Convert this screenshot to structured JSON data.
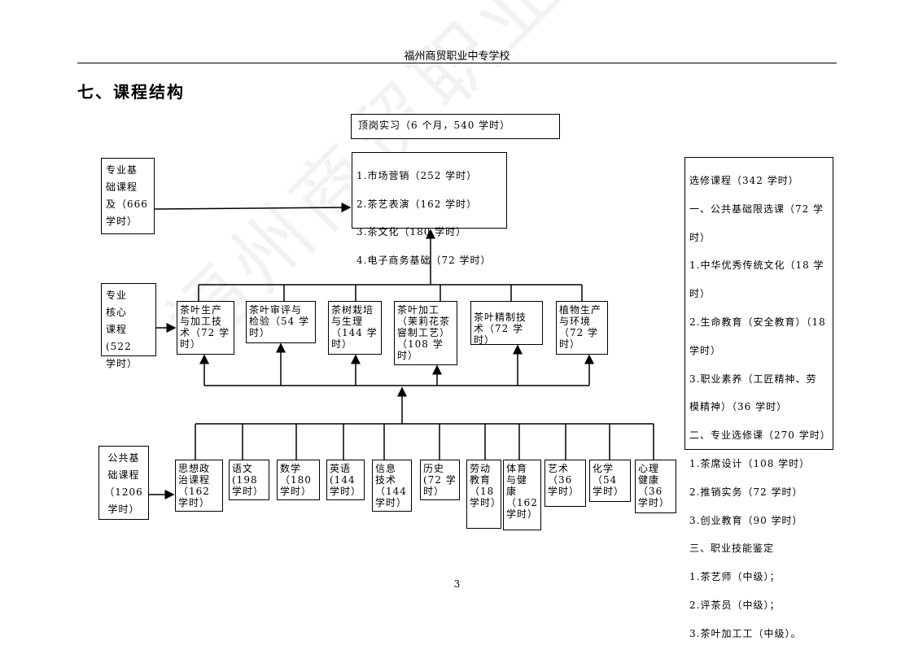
{
  "header": "福州商贸职业中专学校",
  "section_title": "七、课程结构",
  "watermark": "福州商贸职业中专学校",
  "internship": "顶岗实习（6 个月，540 学时）",
  "major_courses": [
    "1.市场营销（252 学时）",
    "2.茶艺表演（162 学时）",
    "3.茶文化（180 学时）",
    "4.电子商务基础（72 学时）"
  ],
  "foundation": "专业基\n础课程\n及（666\n学时）",
  "core": {
    "label": "专业\n核心\n课程(522\n学时）",
    "items": [
      "茶叶生产\n与加工技\n术（72 学\n时）",
      "茶叶审评与\n检验（54 学\n时）",
      "茶树栽培\n与生理\n（144 学\n时）",
      "茶叶加工\n（茉莉花茶\n窨制工艺）\n（108 学\n时）",
      "茶叶精制技\n术（72 学时）",
      "植物生产\n与环境\n（72 学\n时）"
    ]
  },
  "public": {
    "label": "公共基\n础课程\n（1206\n学时）",
    "items": [
      "思想政\n治课程\n（162\n学时）",
      "语文\n(198\n学时）",
      "数学\n（180\n学时）",
      "英语\n(144\n学时）",
      "信息\n技术\n（144\n学时）",
      "历史\n(72 学\n时）",
      "劳动\n教育\n（18\n学时）",
      "体育\n与健\n康\n（162\n学时）",
      "艺术\n（36\n学时）",
      "化学\n（54\n学时）",
      "心理\n健康\n（36\n学时）"
    ]
  },
  "electives": [
    "选修课程（342 学时）",
    "一、公共基础限选课（72 学",
    "时）",
    "1.中华优秀传统文化（18 学",
    "时）",
    "2.生命教育（安全教育）（18",
    "学时）",
    "3.职业素养（工匠精神、劳",
    "模精神）（36 学时）",
    "二、专业选修课（270 学时）",
    "1.茶席设计（108 学时）",
    "2.推销实务（72 学时）",
    "3.创业教育（90 学时）",
    "三、职业技能鉴定",
    "1.茶艺师（中级）；",
    "2.评茶员（中级）；",
    "3.茶叶加工工（中级）。"
  ],
  "page_number": "3"
}
